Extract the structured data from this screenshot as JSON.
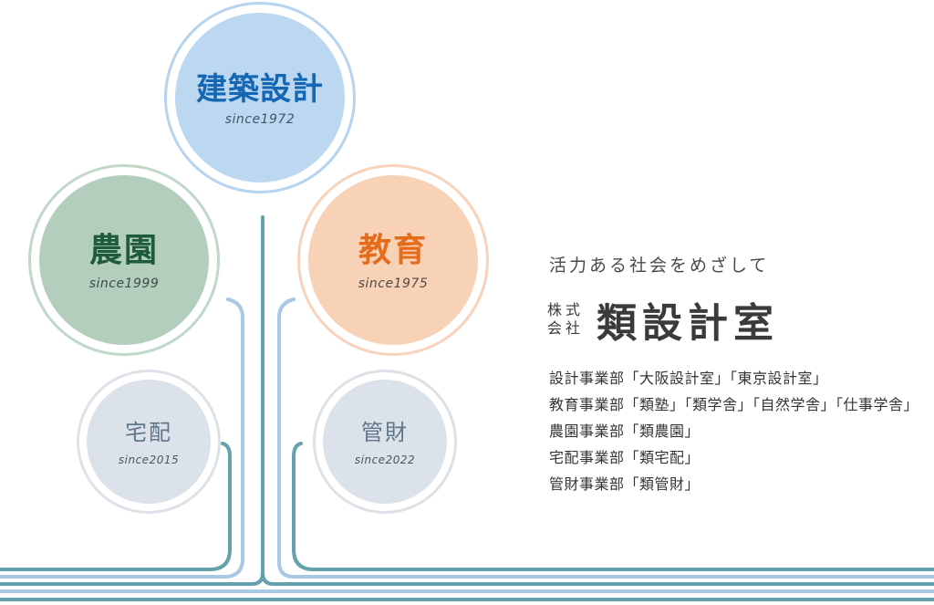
{
  "colors": {
    "line_dark": "#64a1ac",
    "line_light": "#a8c8e6",
    "architecture": "#bcd8f0",
    "farm": "#b3cebd",
    "education": "#f8d2b6",
    "minor": "#dce2e9"
  },
  "circles": {
    "architecture": {
      "name": "建築設計",
      "since": "since1972"
    },
    "farm": {
      "name": "農園",
      "since": "since1999"
    },
    "education": {
      "name": "教育",
      "since": "since1975"
    },
    "delivery": {
      "name": "宅配",
      "since": "since2015"
    },
    "management": {
      "name": "管財",
      "since": "since2022"
    }
  },
  "company": {
    "tagline": "活力ある社会をめざして",
    "type_line1": "株式",
    "type_line2": "会社",
    "name": "類設計室"
  },
  "divisions": [
    "設計事業部「大阪設計室」「東京設計室」",
    "教育事業部「類塾」「類学舎」「自然学舎」「仕事学舎」",
    "農園事業部「類農園」",
    "宅配事業部「類宅配」",
    "管財事業部「類管財」"
  ]
}
